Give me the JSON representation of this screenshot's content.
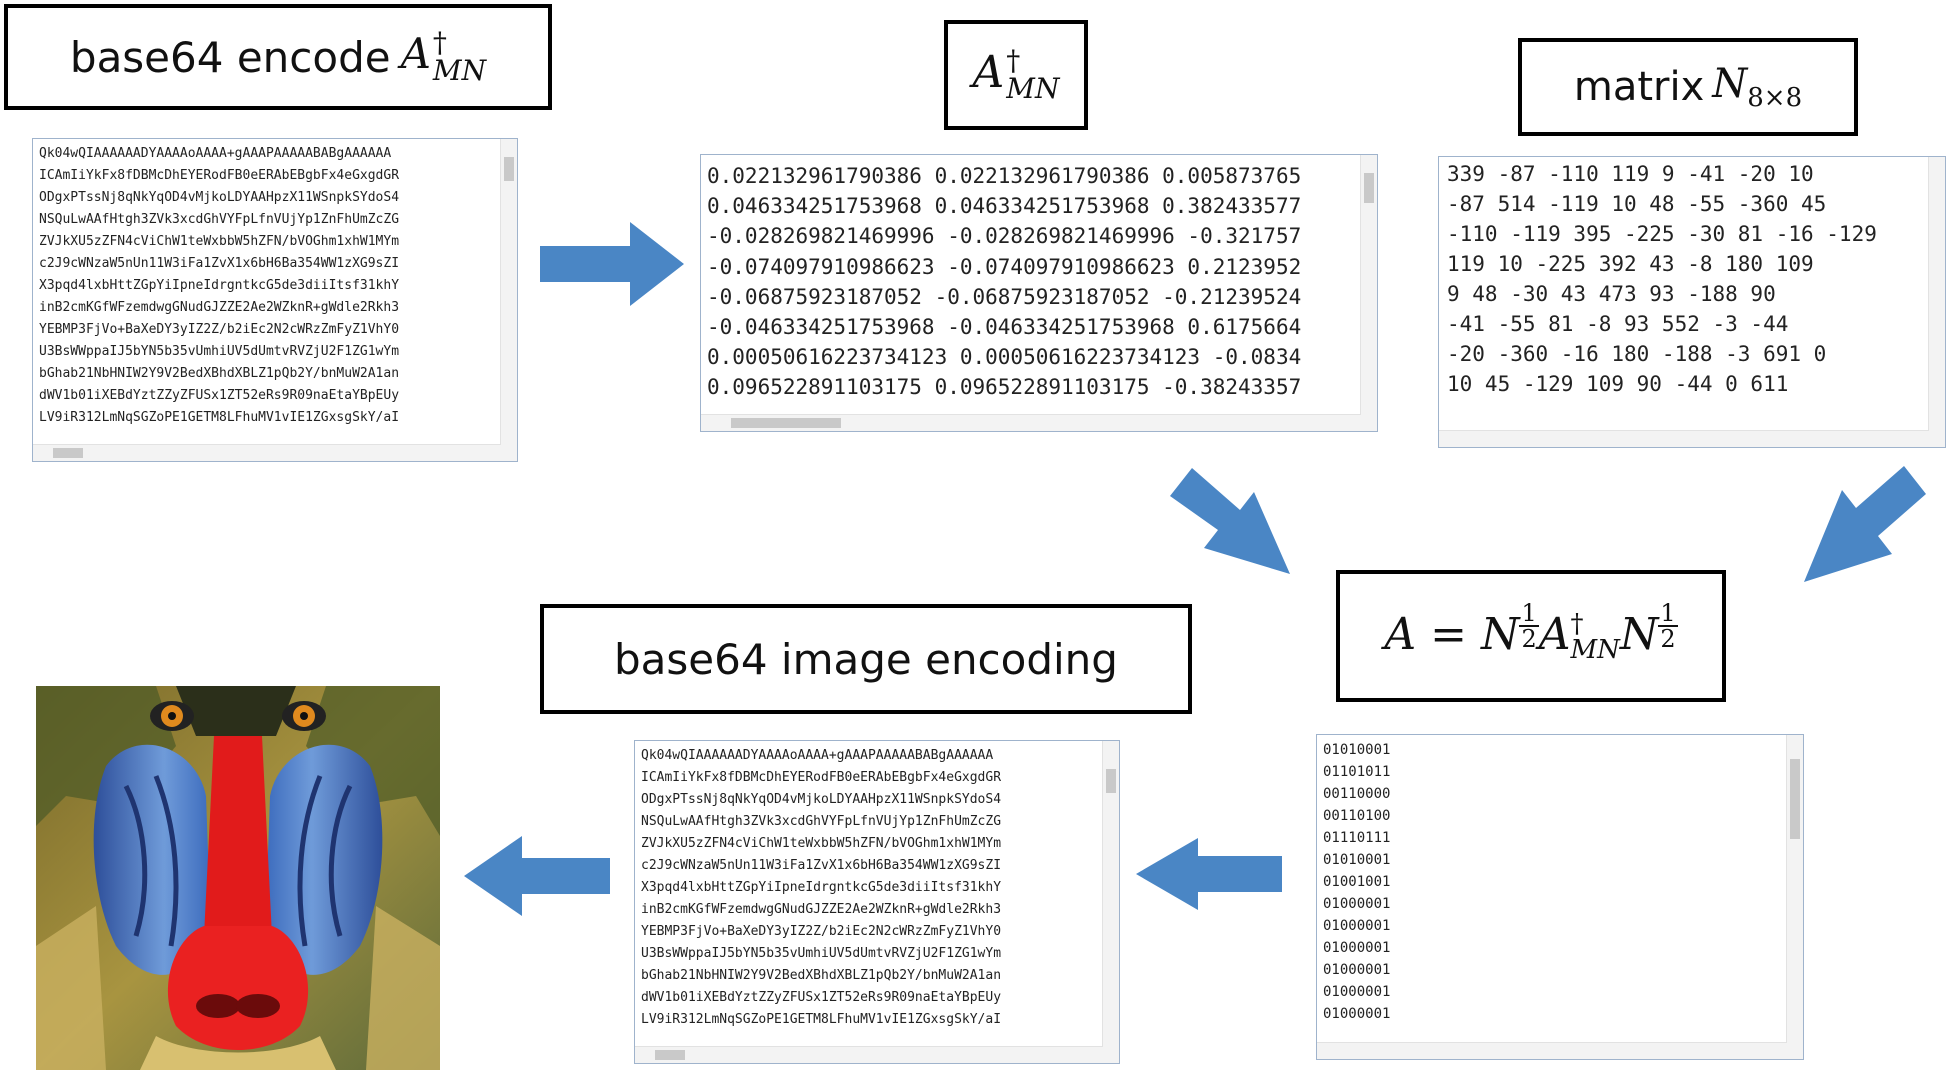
{
  "labels": {
    "encode_prefix": "base64 encode ",
    "encode_var": "A",
    "encode_sup": "†",
    "encode_sub": "MN",
    "amn_var": "A",
    "amn_sup": "†",
    "amn_sub": "MN",
    "matrix_prefix": "matrix ",
    "matrix_var": "N",
    "matrix_sub": "8×8",
    "formula_lhs": "A",
    "formula_eq": " = ",
    "formula_n1": "N",
    "formula_half_num1": "1",
    "formula_half_den1": "2",
    "formula_a": "A",
    "formula_a_sup": "†",
    "formula_a_sub": "MN",
    "formula_n2": "N",
    "formula_half_num2": "1",
    "formula_half_den2": "2",
    "image_encoding": "base64 image encoding"
  },
  "base64_text": "Qk04wQIAAAAAADYAAAAoAAAA+gAAAPAAAAABABgAAAAAA\nICAmIiYkFx8fDBMcDhEYERodFB0eERAbEBgbFx4eGxgdGR\nODgxPTssNj8qNkYqOD4vMjkoLDYAAHpzX11WSnpkSYdoS4\nNSQuLwAAfHtgh3ZVk3xcdGhVYFpLfnVUjYp1ZnFhUmZcZG\nZVJkXU5zZFN4cViChW1teWxbbW5hZFN/bVOGhm1xhW1MYm\nc2J9cWNzaW5nUn11W3iFa1ZvX1x6bH6Ba354WW1zXG9sZI\nX3pqd4lxbHttZGpYiIpneIdrgntkcG5de3diiItsf31khY\ninB2cmKGfWFzemdwgGNudGJZZE2Ae2WZknR+gWdle2Rkh3\nYEBMP3FjVo+BaXeDY3yIZ2Z/b2iEc2N2cWRzZmFyZ1VhY0\nU3BsWWppaIJ5bYN5b35vUmhiUV5dUmtvRVZjU2F1ZG1wYm\nbGhab21NbHNIW2Y9V2BedXBhdXBLZ1pQb2Y/bnMuW2A1an\ndWV1b01iXEBdYztZZyZFUSx1ZT52eRs9R09naEtaYBpEUy\nLV9iR312LmNqSGZoPE1GETM8LFhuMV1vIE1ZGxsgSkY/aI",
  "amn_text": "0.022132961790386 0.022132961790386 0.005873765\n0.046334251753968 0.046334251753968 0.382433577\n-0.028269821469996 -0.028269821469996 -0.321757\n-0.074097910986623 -0.074097910986623 0.2123952\n-0.06875923187052 -0.06875923187052 -0.21239524\n-0.046334251753968 -0.046334251753968 0.6175664\n0.00050616223734123 0.00050616223734123 -0.0834\n0.096522891103175 0.096522891103175 -0.38243357",
  "matrix_text": "339 -87 -110 119 9 -41 -20 10\n-87 514 -119 10 48 -55 -360 45\n-110 -119 395 -225 -30 81 -16 -129\n119 10 -225 392 43 -8 180 109\n9 48 -30 43 473 93 -188 90\n-41 -55 81 -8 93 552 -3 -44\n-20 -360 -16 180 -188 -3 691 0\n10 45 -129 109 90 -44 0 611",
  "binary_text": "01010001\n01101011\n00110000\n00110100\n01110111\n01010001\n01001001\n01000001\n01000001\n01000001\n01000001\n01000001\n01000001",
  "colors": {
    "arrow": "#4a86c5",
    "border": "#000000",
    "textarea_border": "#9fb3cc"
  },
  "icons": [
    "arrow-right-icon",
    "arrow-down-right-icon",
    "arrow-down-left-icon",
    "arrow-left-icon"
  ]
}
